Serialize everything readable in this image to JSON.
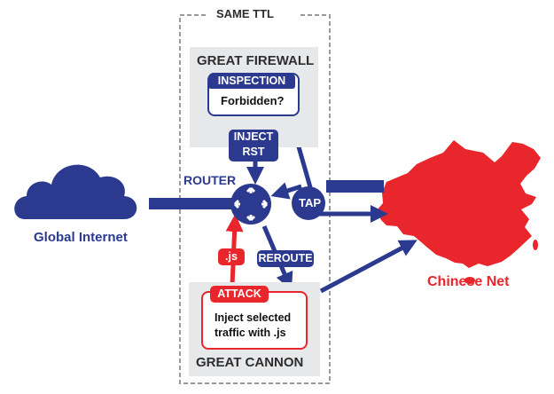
{
  "colors": {
    "navy": "#2b3a8f",
    "red": "#e8262b",
    "panel_gray": "#e7e8ea",
    "dark_text": "#2e2e2e",
    "dashed_gray": "#9a9a9a"
  },
  "labels": {
    "same_ttl": "SAME TTL",
    "great_firewall": "GREAT FIREWALL",
    "inspection": "INSPECTION",
    "forbidden": "Forbidden?",
    "inject_rst_line1": "INJECT",
    "inject_rst_line2": "RST",
    "router": "ROUTER",
    "tap": "TAP",
    "global_internet": "Global Internet",
    "chinese_net": "Chinese Net",
    "js": ".js",
    "reroute": "REROUTE",
    "attack": "ATTACK",
    "inject_selected_line1": "Inject selected",
    "inject_selected_line2": "traffic with .js",
    "great_cannon": "GREAT CANNON"
  },
  "icons": {
    "cloud": "cloud-icon",
    "router": "router-icon",
    "china_map": "china-map-icon"
  }
}
